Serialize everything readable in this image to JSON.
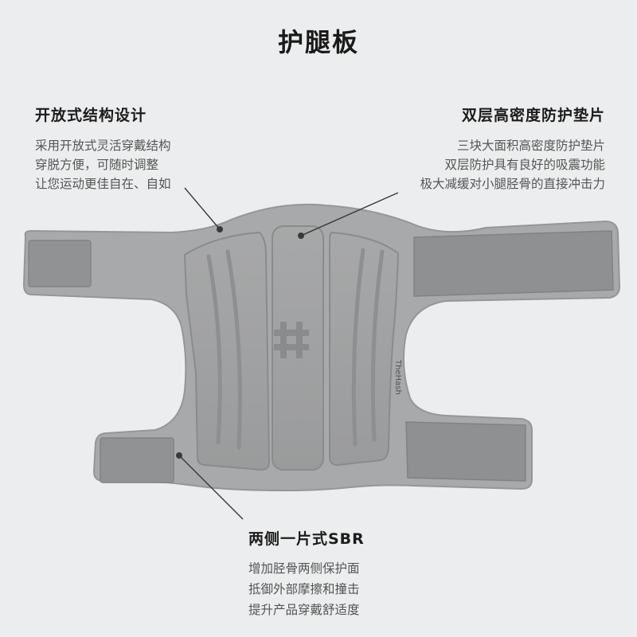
{
  "title": "护腿板",
  "features": {
    "open_structure": {
      "heading": "开放式结构设计",
      "lines": [
        "采用开放式灵活穿戴结构",
        "穿脱方便，可随时调整",
        "让您运动更佳自在、自如"
      ]
    },
    "dual_pad": {
      "heading": "双层高密度防护垫片",
      "lines": [
        "三块大面积高密度防护垫片",
        "双层防护具有良好的吸震功能",
        "极大减缓对小腿胫骨的直接冲击力"
      ]
    },
    "sbr": {
      "heading": "两侧一片式SBR",
      "lines": [
        "增加胫骨两侧保护面",
        "抵御外部摩擦和撞击",
        "提升产品穿戴舒适度"
      ]
    }
  },
  "brand_text": "TheHash",
  "colors": {
    "background": "#ecedee",
    "fabric": "#a9aaab",
    "pad": "#9d9e9f",
    "strap": "#8e8f90"
  }
}
